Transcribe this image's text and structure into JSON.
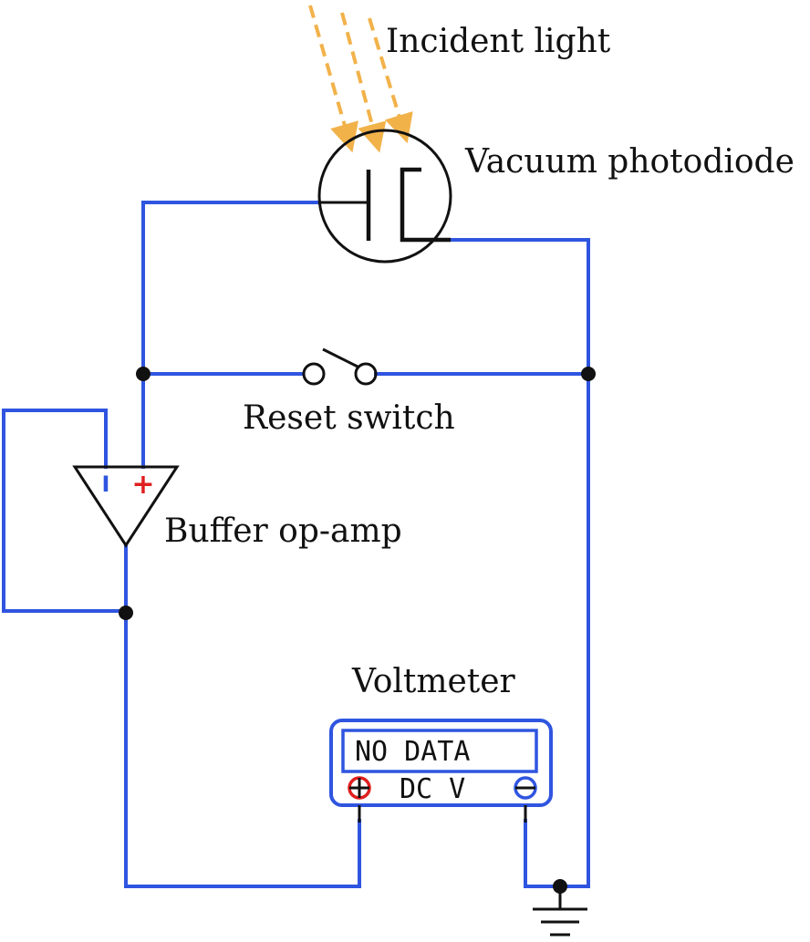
{
  "labels": {
    "incident_light": "Incident light",
    "vacuum_photodiode": "Vacuum photodiode",
    "reset_switch": "Reset switch",
    "buffer_op_amp": "Buffer op-amp",
    "voltmeter": "Voltmeter"
  },
  "voltmeter": {
    "display": "NO DATA",
    "mode_label": "DC V"
  },
  "op_amp": {
    "minus_symbol": "I",
    "plus_symbol": "+"
  },
  "colors": {
    "wire": "#2f55e0",
    "light_rays": "#f2b24a",
    "positive": "#e02020",
    "negative": "#2f55e0",
    "component": "#111111"
  }
}
